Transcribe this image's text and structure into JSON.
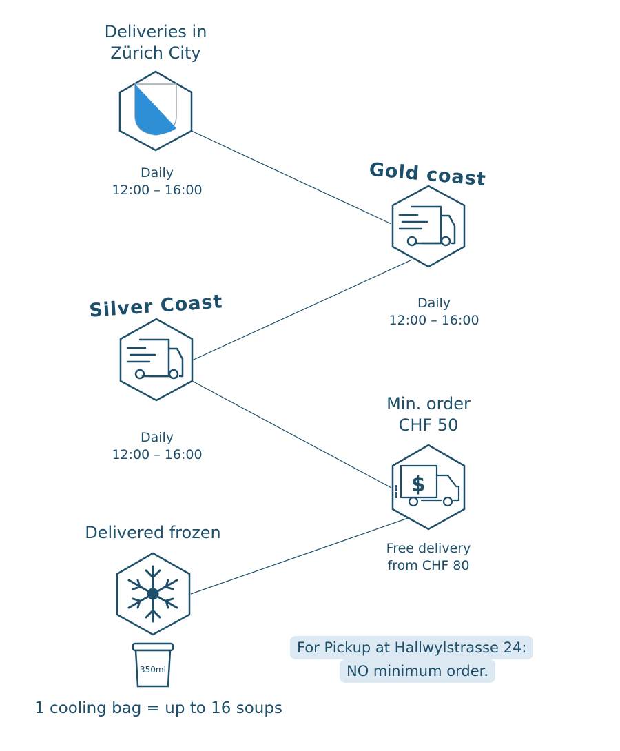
{
  "nodes": {
    "zurich": {
      "title_line1": "Deliveries in",
      "title_line2": "Zürich City",
      "schedule_line1": "Daily",
      "schedule_line2": "12:00 – 16:00",
      "icon": "zurich-coat-of-arms-icon"
    },
    "gold": {
      "title": "Gold coast",
      "schedule_line1": "Daily",
      "schedule_line2": "12:00 – 16:00",
      "icon": "delivery-truck-icon"
    },
    "silver": {
      "title": "Silver Coast",
      "schedule_line1": "Daily",
      "schedule_line2": "12:00 – 16:00",
      "icon": "delivery-truck-icon"
    },
    "min_order": {
      "title_line1": "Min. order",
      "title_line2": "CHF 50",
      "note_line1": "Free delivery",
      "note_line2": "from CHF 80",
      "icon": "dollar-truck-icon",
      "dollar_sign": "$"
    },
    "frozen": {
      "title": "Delivered frozen",
      "icon": "snowflake-icon",
      "cup_label": "350ml",
      "footer": "1 cooling bag = up to 16 soups"
    }
  },
  "pickup": {
    "line1": "For Pickup at Hallwylstrasse 24:",
    "line2": "NO minimum order."
  },
  "colors": {
    "primary": "#1d4f6b",
    "zurich_blue": "#2f8fd6",
    "pickup_bg": "#dce9f2",
    "line": "#1d4f6b"
  }
}
